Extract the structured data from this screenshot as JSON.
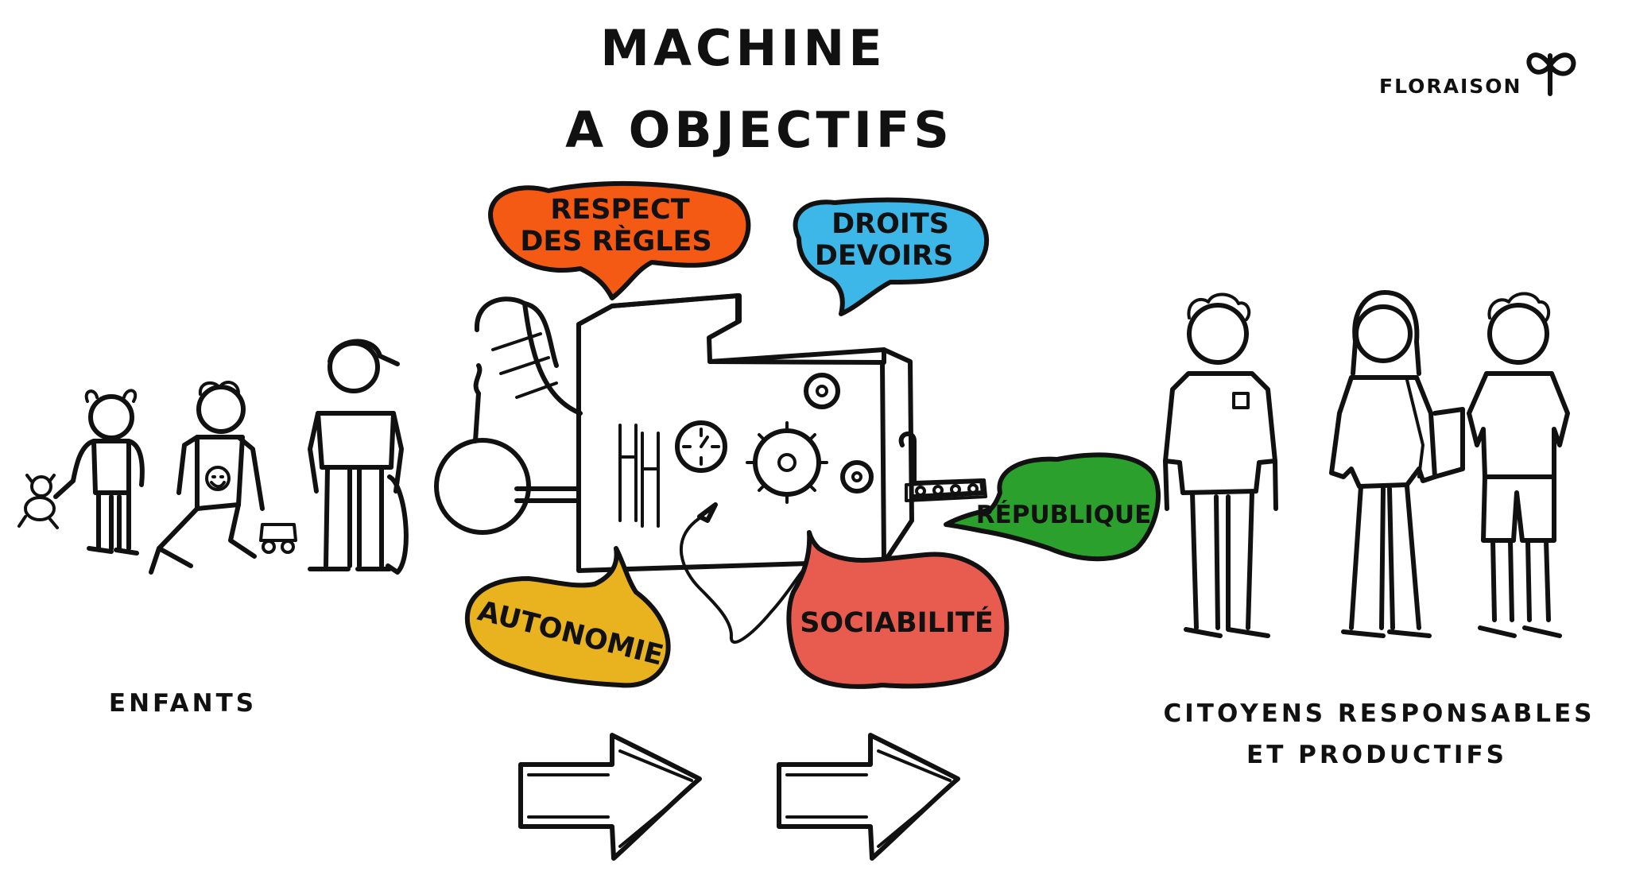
{
  "title": {
    "line1": "MACHINE",
    "line2": "A OBJECTIFS"
  },
  "brand": {
    "name": "FLORAISON",
    "logo_icon": "sprout-icon"
  },
  "bubbles": [
    {
      "id": "respect",
      "line1": "RESPECT",
      "line2": "DES RÈGLES",
      "color": "#f55a14"
    },
    {
      "id": "droits",
      "line1": "DROITS",
      "line2": "DEVOIRS",
      "color": "#3cb7e8"
    },
    {
      "id": "republique",
      "line1": "RÉPUBLIQUE",
      "color": "#2ca02c"
    },
    {
      "id": "sociabilite",
      "line1": "SOCIABILITÉ",
      "color": "#e85c50"
    },
    {
      "id": "autonomie",
      "line1": "AUTONOMIE",
      "color": "#e9b320"
    }
  ],
  "captions": {
    "left": "ENFANTS",
    "right_line1": "CITOYENS RESPONSABLES",
    "right_line2": "ET PRODUCTIFS"
  },
  "icons": {
    "children": [
      "child-with-teddy-icon",
      "kneeling-child-icon",
      "child-with-cap-icon"
    ],
    "machine": "goal-machine-icon",
    "adults": [
      "adult-man-icon",
      "adult-woman-icon",
      "adult-teen-icon"
    ],
    "arrows": [
      "right-arrow-icon",
      "right-arrow-icon"
    ]
  }
}
